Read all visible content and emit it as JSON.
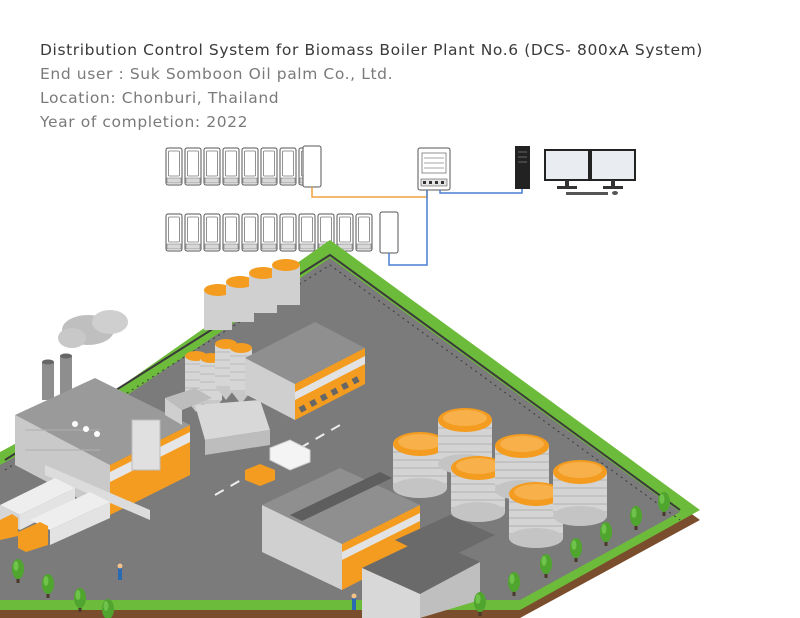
{
  "info": {
    "title": "Distribution Control System for Biomass Boiler Plant No.6 (DCS- 800xA System)",
    "end_user": "End user : Suk Somboon Oil palm Co., Ltd.",
    "location": "Location: Chonburi, Thailand",
    "year": "Year of completion: 2022"
  },
  "colors": {
    "orange": "#f39c1f",
    "cable_orange": "#f0a040",
    "cable_blue": "#4a7fd0",
    "grass": "#6dbb3a",
    "soil": "#7a4e2d",
    "ground": "#7b7b7b",
    "roof": "#8a8a8a",
    "wall": "#cfcfcf"
  },
  "icons": {
    "cabinets_row_1": "io-cabinet-icon",
    "cabinets_row_2": "io-cabinet-icon",
    "controller": "controller-rack-icon",
    "server": "server-tower-icon",
    "workstations": "dual-monitor-icon",
    "plant": "biomass-plant-illustration"
  }
}
